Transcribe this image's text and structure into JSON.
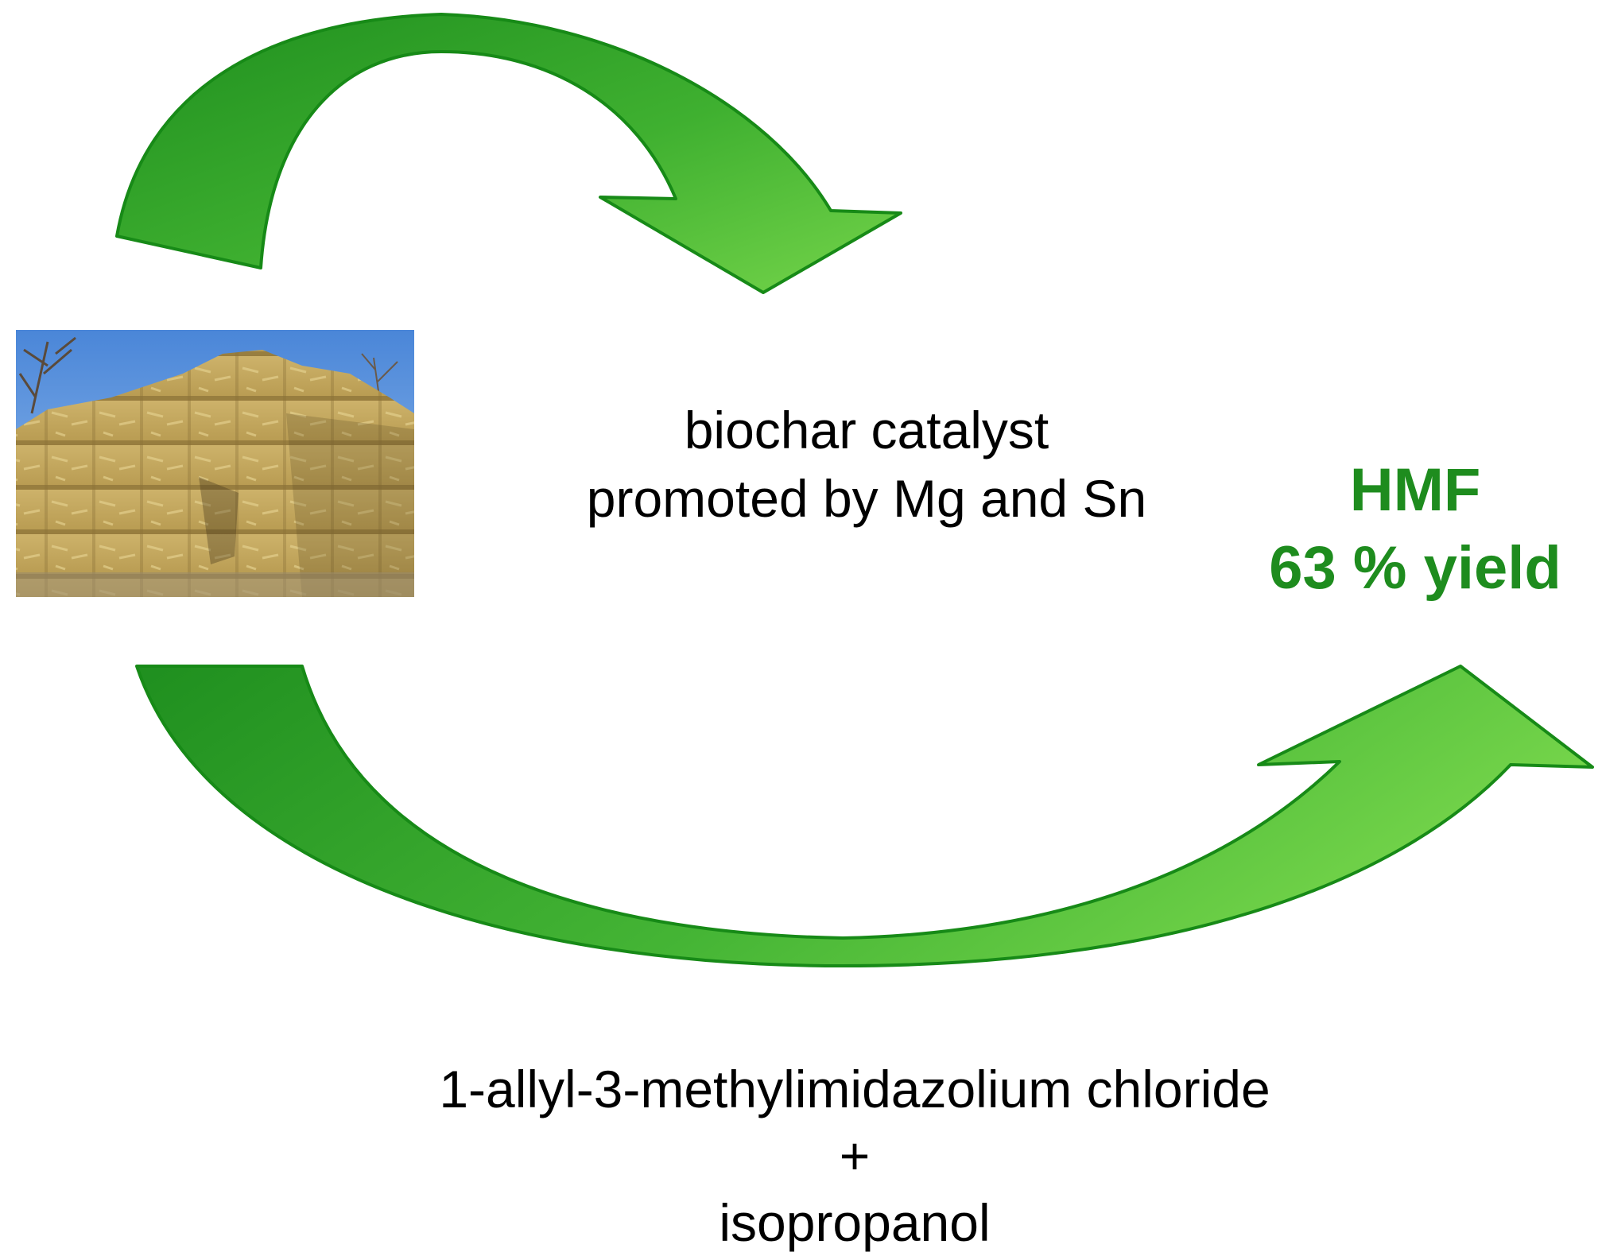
{
  "colors": {
    "arrow_dark": "#1f8f1f",
    "arrow_light": "#74d44a",
    "arrow_stroke": "#178a17",
    "product_text": "#1e8c1e",
    "text": "#000000"
  },
  "feedstock_photo": {
    "icon": "straw-bales-photo"
  },
  "catalyst": {
    "line1": "biochar catalyst",
    "line2": "promoted by Mg and Sn"
  },
  "product": {
    "name": "HMF",
    "yield": "63 % yield"
  },
  "solvent": {
    "line1": "1-allyl-3-methylimidazolium chloride",
    "line2": "+",
    "line3": "isopropanol"
  }
}
